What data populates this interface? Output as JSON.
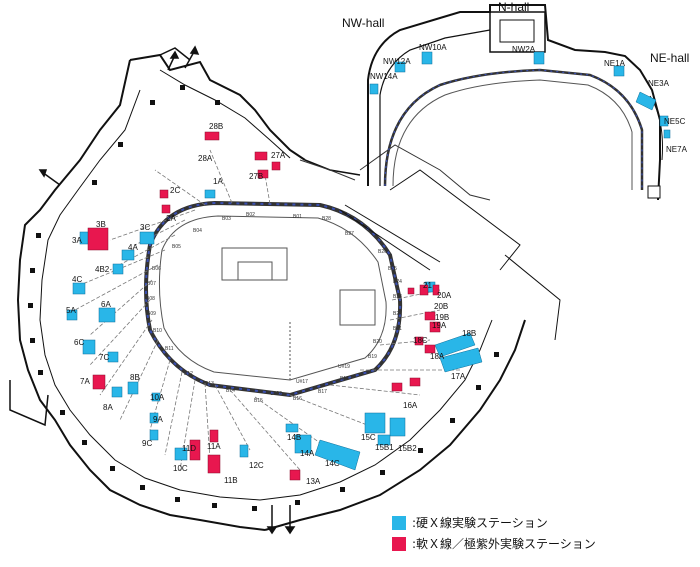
{
  "colors": {
    "hard_xray": "#29b6e8",
    "soft_xray": "#e8174f",
    "wall": "#111111",
    "ring": "#333333"
  },
  "halls": {
    "nw": "NW-hall",
    "n": "N-hall",
    "ne": "NE-hall"
  },
  "legend": {
    "hard": ":硬Ｘ線実験ステーション",
    "soft": ":軟Ｘ線／極紫外実験ステーション"
  },
  "stations": {
    "hard": [
      "1A",
      "3A",
      "3C",
      "4A",
      "4B2",
      "4C",
      "5A",
      "6A",
      "6C",
      "7C",
      "8A",
      "8B",
      "9A",
      "9C",
      "10A",
      "10C",
      "12C",
      "14A",
      "14B",
      "14C",
      "15B1",
      "15B2",
      "15C",
      "17A",
      "18B",
      "20B",
      "NW10A",
      "NW12A",
      "NW14A",
      "NW2A",
      "NE1A",
      "NE3A",
      "NE5C",
      "NE7A"
    ],
    "soft": [
      "2A",
      "2C",
      "3B",
      "7A",
      "11A",
      "11B",
      "11D",
      "13A",
      "16A",
      "18A",
      "18C",
      "19A",
      "19B",
      "20A",
      "21",
      "27A",
      "27B",
      "28A",
      "28B"
    ]
  },
  "ring_labels": [
    "B01",
    "B02",
    "B03",
    "B04",
    "B05",
    "B06",
    "B07",
    "B08",
    "B09",
    "B10",
    "B11",
    "B12",
    "B13",
    "B14",
    "B15",
    "B16",
    "B17",
    "B18",
    "B19",
    "B20",
    "B21",
    "B22",
    "B23",
    "B24",
    "B25",
    "B26",
    "B27",
    "B28",
    "U#17",
    "U#19",
    "U#02"
  ]
}
